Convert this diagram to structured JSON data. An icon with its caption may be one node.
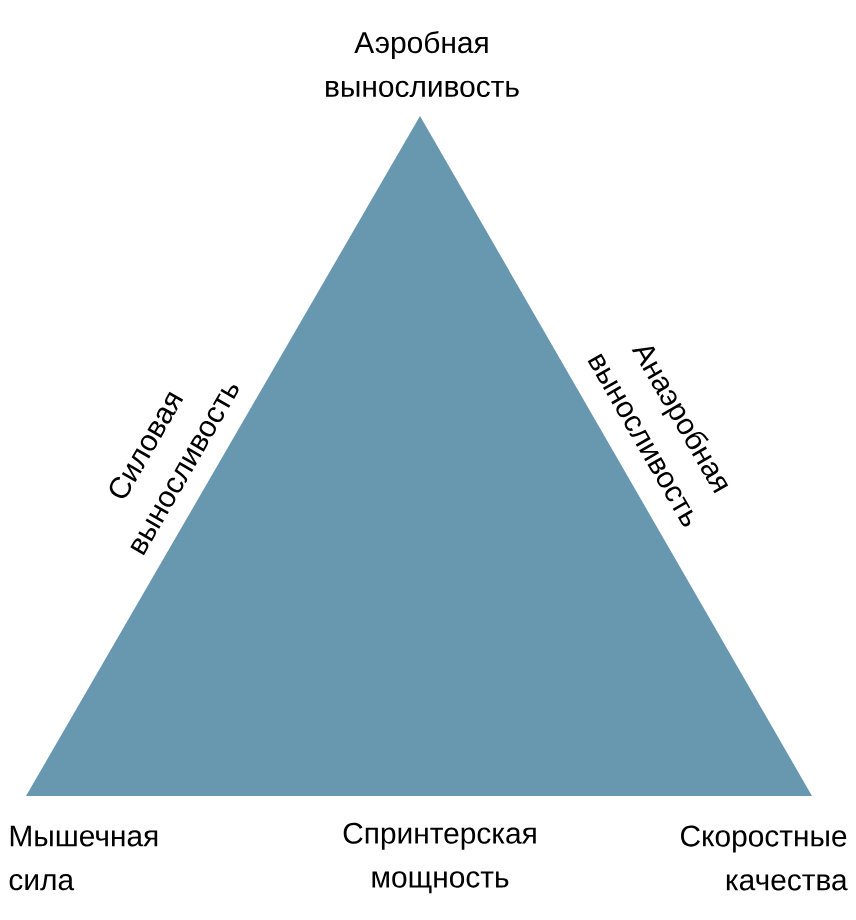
{
  "diagram": {
    "labels": [
      "Аэробная выносливость",
      "Силовая выносливость",
      "Анаэробная выносливость",
      "Мышечная сила",
      "Спринтерская мощность",
      "Скоростные качества"
    ]
  }
}
